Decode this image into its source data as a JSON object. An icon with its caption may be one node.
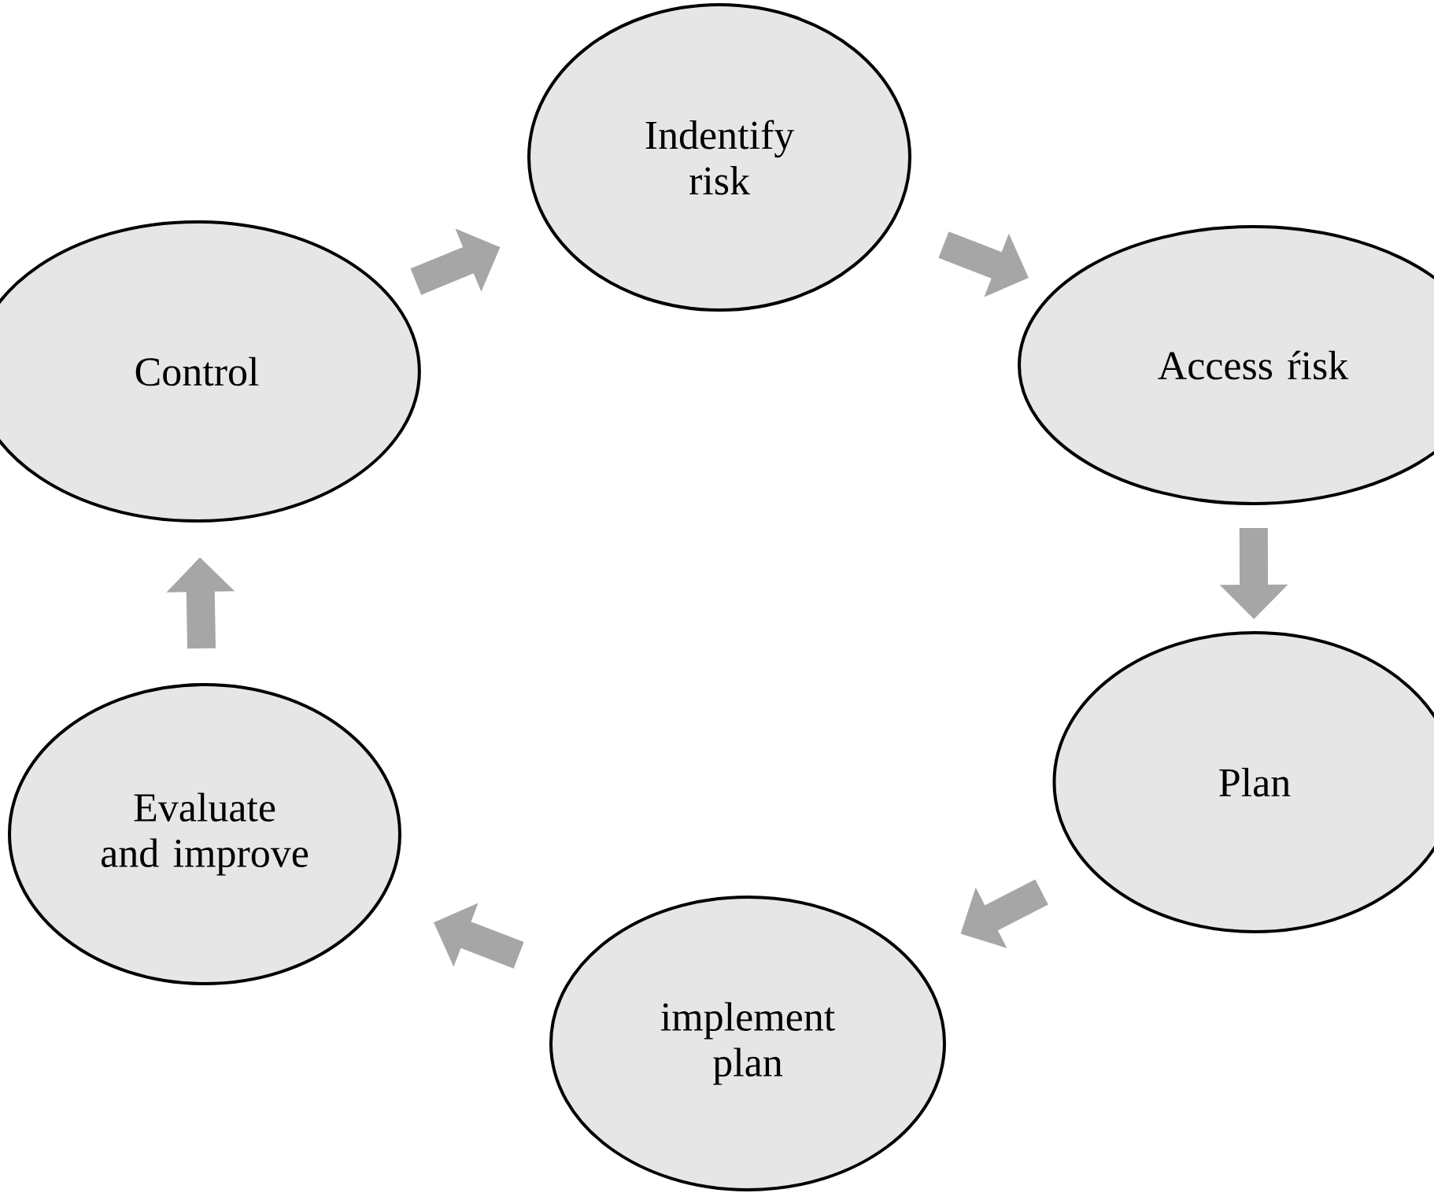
{
  "diagram": {
    "nodes": [
      {
        "text": [
          "Indentify risk"
        ]
      },
      {
        "text": [
          "Access ŕisk"
        ]
      },
      {
        "text": [
          "Plan"
        ]
      },
      {
        "text": [
          "implement plan"
        ]
      },
      {
        "text": [
          "Evaluate and improve"
        ]
      },
      {
        "text": [
          "Control"
        ]
      }
    ],
    "edges": [
      {
        "from": 0,
        "to": 1,
        "arrow": "to"
      },
      {
        "from": 1,
        "to": 2,
        "arrow": "to"
      },
      {
        "from": 2,
        "to": 3,
        "arrow": "to"
      },
      {
        "from": 3,
        "to": 4,
        "arrow": "to"
      },
      {
        "from": 4,
        "to": 5,
        "arrow": "to"
      },
      {
        "from": 5,
        "to": 0,
        "arrow": "to"
      }
    ]
  }
}
